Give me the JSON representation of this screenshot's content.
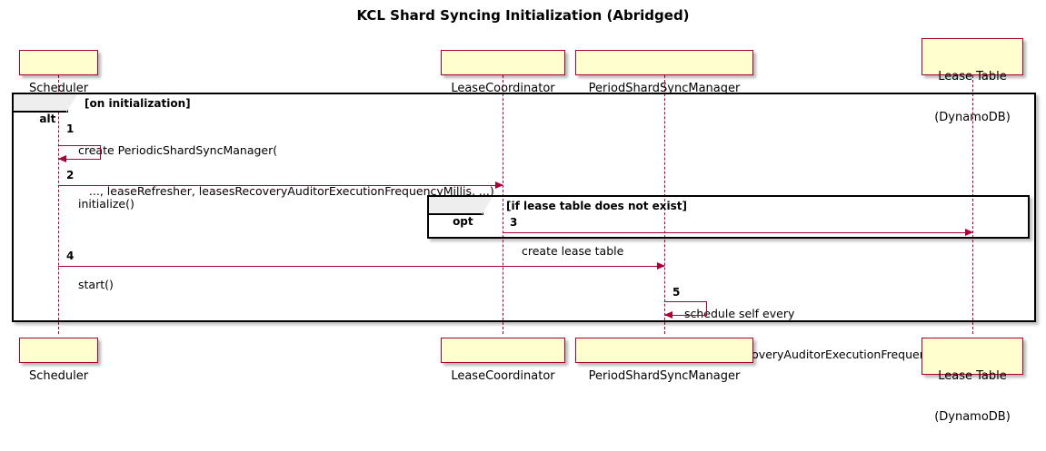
{
  "title": "KCL Shard Syncing Initialization (Abridged)",
  "colors": {
    "participant_fill": "#FEFECE",
    "participant_border": "#A80036",
    "arrow": "#A80036",
    "fragment_border": "#000000",
    "fragment_tab_fill": "#EEEEEE",
    "background": "#FFFFFF"
  },
  "participants": [
    {
      "id": "scheduler",
      "lines": [
        "Scheduler"
      ]
    },
    {
      "id": "lease-coordinator",
      "lines": [
        "LeaseCoordinator"
      ]
    },
    {
      "id": "period-shard-sync-manager",
      "lines": [
        "PeriodShardSyncManager"
      ]
    },
    {
      "id": "lease-table",
      "lines": [
        "Lease Table",
        "(DynamoDB)"
      ]
    }
  ],
  "fragments": [
    {
      "id": "alt",
      "keyword": "alt",
      "condition": "[on initialization]"
    },
    {
      "id": "opt",
      "keyword": "opt",
      "condition": "[if lease table does not exist]"
    }
  ],
  "messages": [
    {
      "number": "1",
      "from": "scheduler",
      "to": "scheduler",
      "self": true,
      "lines": [
        "create PeriodicShardSyncManager(",
        "   ..., leaseRefresher, leasesRecoveryAuditorExecutionFrequencyMillis, ...)"
      ]
    },
    {
      "number": "2",
      "from": "scheduler",
      "to": "lease-coordinator",
      "self": false,
      "lines": [
        "initialize()"
      ]
    },
    {
      "number": "3",
      "from": "lease-coordinator",
      "to": "lease-table",
      "self": false,
      "lines": [
        "create lease table"
      ]
    },
    {
      "number": "4",
      "from": "scheduler",
      "to": "period-shard-sync-manager",
      "self": false,
      "lines": [
        "start()"
      ]
    },
    {
      "number": "5",
      "from": "period-shard-sync-manager",
      "to": "period-shard-sync-manager",
      "self": true,
      "lines": [
        "schedule self every",
        "   leasesRecoveryAuditorExecutionFrequencyMillis"
      ]
    }
  ]
}
